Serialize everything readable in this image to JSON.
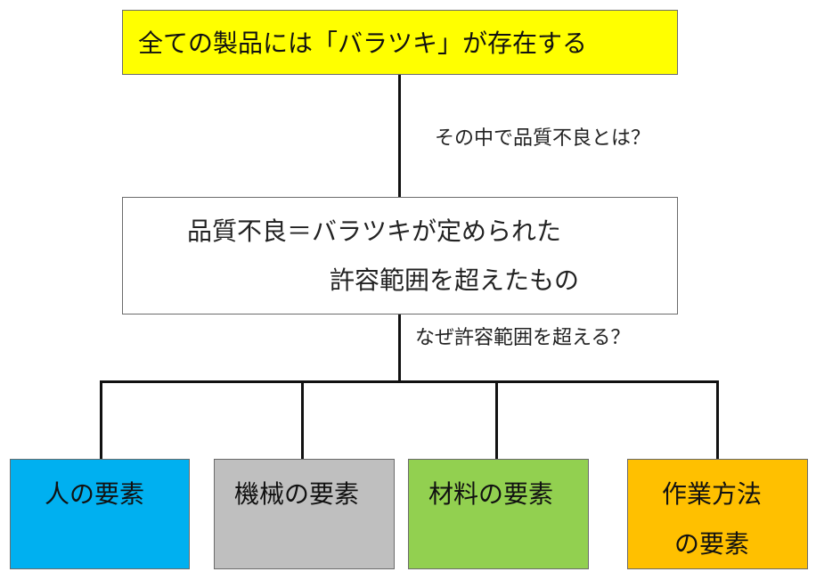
{
  "root": {
    "text": "全ての製品には「バラツキ」が存在する",
    "color": "#ffff00"
  },
  "question_1": "その中で品質不良とは？",
  "definition": {
    "line1": "品質不良＝バラツキが定められた",
    "line2": "許容範囲を超えたもの"
  },
  "question_2": "なぜ許容範囲を超える？",
  "factors": [
    {
      "label": "人の要素",
      "color": "#00b0f0"
    },
    {
      "label": "機械の要素",
      "color": "#bfbfbf"
    },
    {
      "label": "材料の要素",
      "color": "#92d050"
    },
    {
      "label_line1": "作業方法",
      "label_line2": "の要素",
      "color": "#ffc000"
    }
  ]
}
